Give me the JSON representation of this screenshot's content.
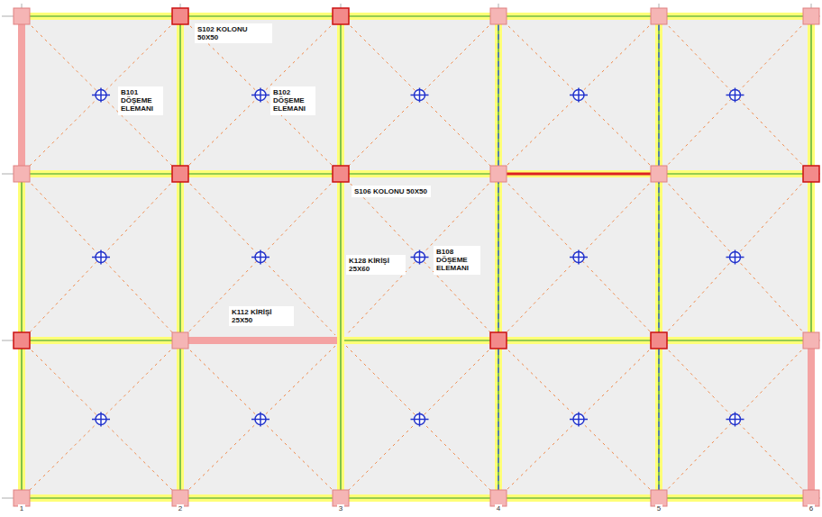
{
  "diagram": {
    "nodes": [
      {
        "text": [
          "S102 KOLONU 50X50"
        ]
      },
      {
        "text": [
          "B101 DÖŞEME ELEMANI"
        ]
      },
      {
        "text": [
          "B102 DÖŞEME ELEMANI"
        ]
      },
      {
        "text": [
          "S106 KOLONU 50X50"
        ]
      },
      {
        "text": [
          "K128 KİRİŞİ 25X60"
        ]
      },
      {
        "text": [
          "B108 DÖŞEME ELEMANI"
        ]
      },
      {
        "text": [
          "K112 KİRİŞİ 25X50"
        ]
      }
    ],
    "labels": [
      "1",
      "2",
      "3",
      "4",
      "5",
      "6"
    ]
  }
}
